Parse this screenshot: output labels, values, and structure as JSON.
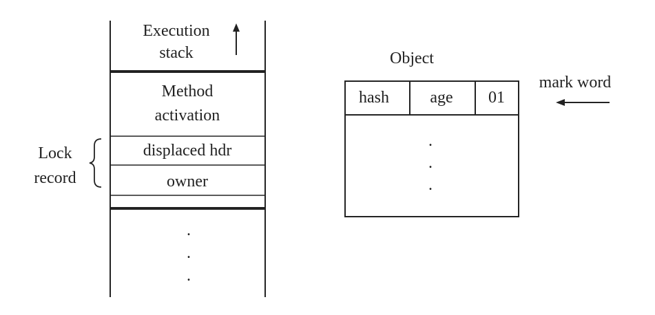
{
  "stack": {
    "execution_stack_line1": "Execution",
    "execution_stack_line2": "stack",
    "method_activation_line1": "Method",
    "method_activation_line2": "activation",
    "displaced_hdr": "displaced hdr",
    "owner": "owner",
    "ellipsis": [
      ".",
      ".",
      "."
    ]
  },
  "lock_record": {
    "line1": "Lock",
    "line2": "record"
  },
  "object": {
    "title": "Object",
    "header_fields": [
      "hash",
      "age",
      "01"
    ],
    "body_ellipsis": [
      ".",
      ".",
      "."
    ]
  },
  "mark_word_label": "mark word"
}
